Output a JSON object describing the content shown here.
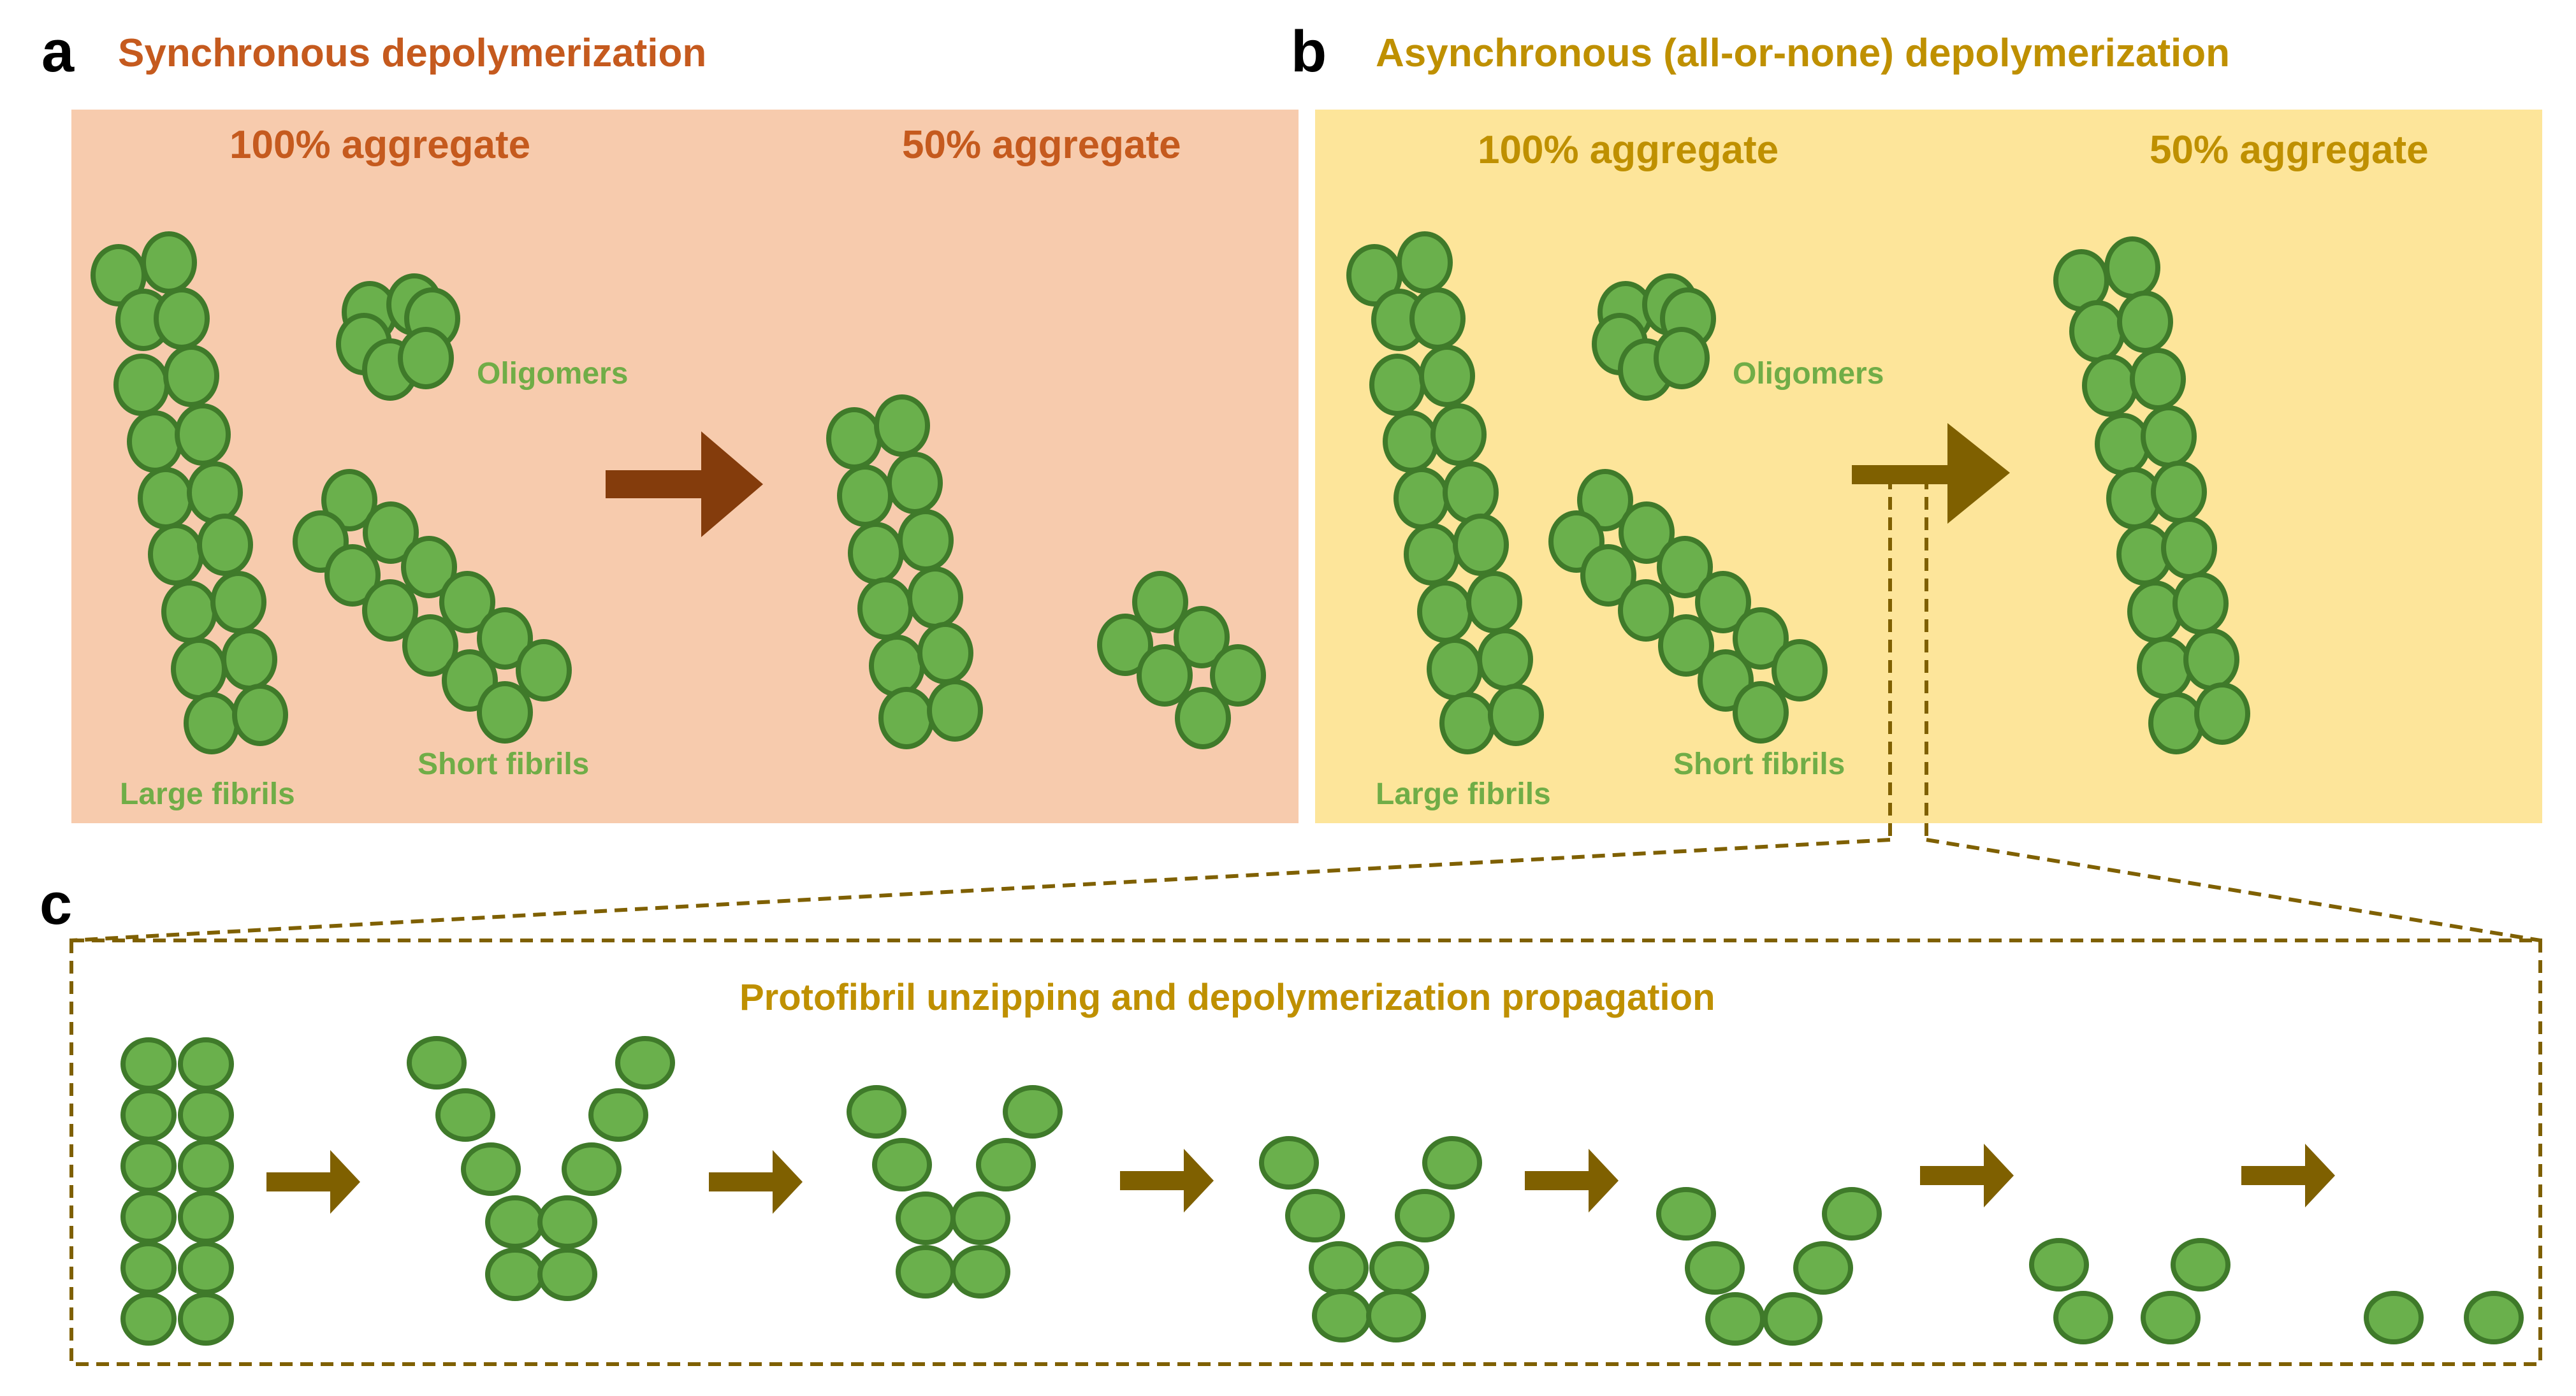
{
  "panel_a": {
    "letter": "a",
    "title": "Synchronous depolymerization",
    "left_heading": "100% aggregate",
    "right_heading": "50% aggregate",
    "label_oligomers": "Oligomers",
    "label_short_fibrils": "Short fibrils",
    "label_large_fibrils": "Large fibrils"
  },
  "panel_b": {
    "letter": "b",
    "title": "Asynchronous (all-or-none) depolymerization",
    "left_heading": "100% aggregate",
    "right_heading": "50% aggregate",
    "label_oligomers": "Oligomers",
    "label_short_fibrils": "Short fibrils",
    "label_large_fibrils": "Large fibrils"
  },
  "panel_c": {
    "letter": "c",
    "title": "Protofibril unzipping and depolymerization propagation"
  },
  "colors": {
    "panel_a_bg": "#f7cbad",
    "panel_b_bg": "#fde59a",
    "panel_a_title": "#c55a1e",
    "gold_text": "#bf9000",
    "green_label": "#70ad47",
    "subunit_fill": "#6ab04c",
    "subunit_stroke": "#3f7a2a",
    "arrow_a": "#843c0c",
    "arrow_b": "#7f6000",
    "dashed_box": "#7f6000",
    "letter": "#000000"
  },
  "icons": {
    "subunit": "green-ellipse-subunit-icon",
    "arrow": "right-arrow-icon"
  }
}
